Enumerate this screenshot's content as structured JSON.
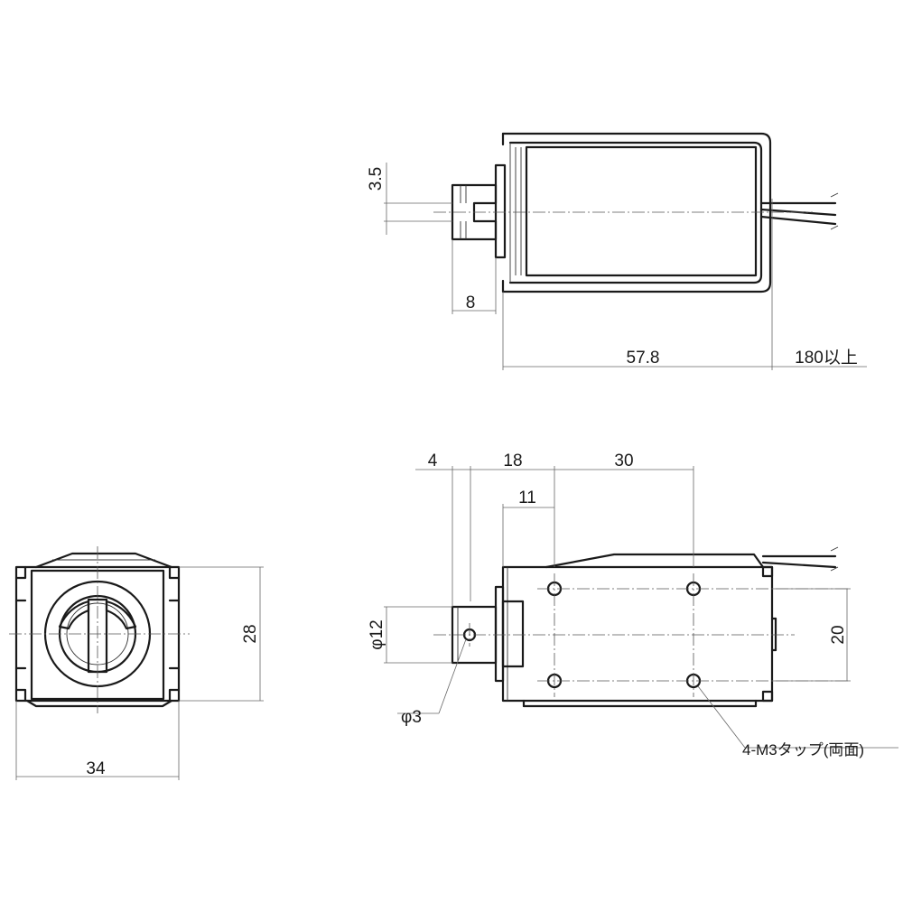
{
  "dimensions": {
    "terminal_height": "3.5",
    "terminal_length": "8",
    "body_length": "57.8",
    "lead_length": "180以上",
    "front_width": "34",
    "front_height": "28",
    "plunger_protrusion": "4",
    "plunger_to_hole": "18",
    "hole_pitch": "30",
    "flange_to_hole": "11",
    "plunger_diameter": "φ12",
    "pin_hole_diameter": "φ3",
    "hole_vertical_pitch": "20"
  },
  "notes": {
    "tapped_holes": "4-M3タップ(両面)"
  }
}
